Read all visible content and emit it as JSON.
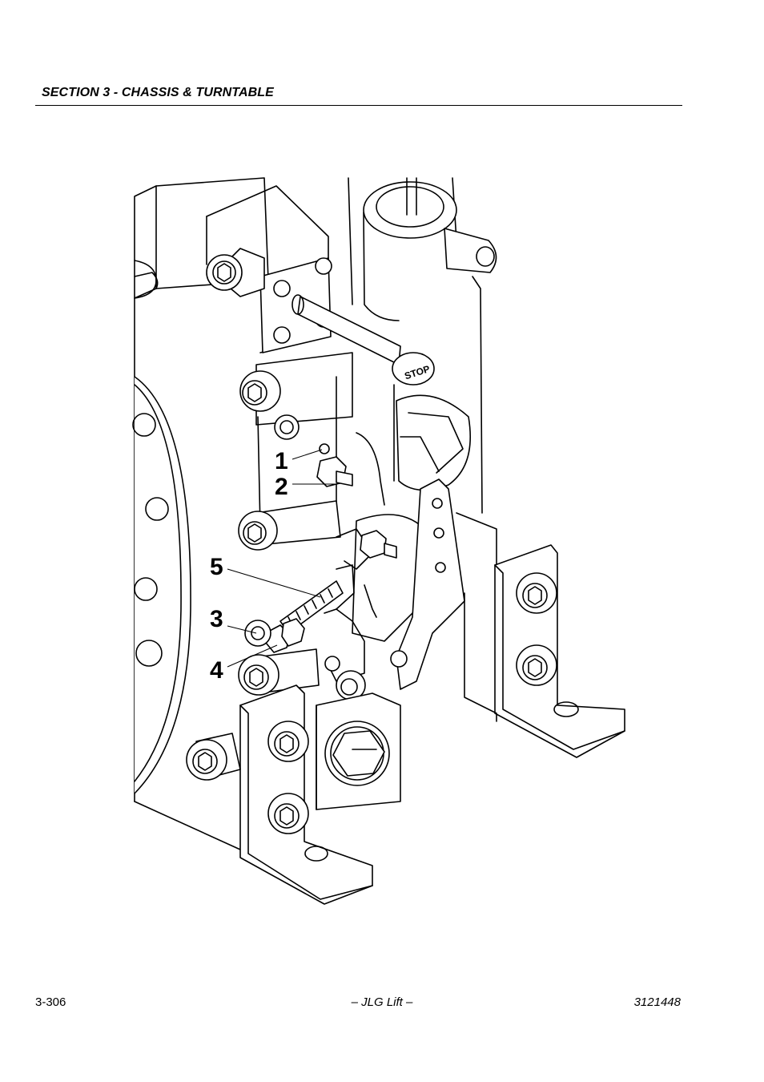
{
  "header": {
    "section_title": "SECTION 3 - CHASSIS & TURNTABLE"
  },
  "figure": {
    "callouts": [
      "1",
      "2",
      "5",
      "3",
      "4"
    ],
    "stop_label": "STOP"
  },
  "footer": {
    "page_number": "3-306",
    "center": "– JLG Lift –",
    "doc_number": "3121448"
  }
}
